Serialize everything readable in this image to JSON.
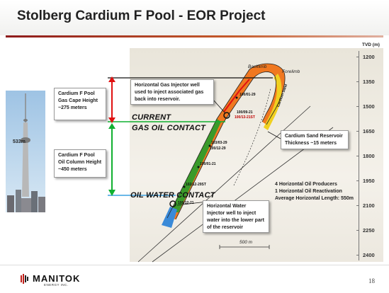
{
  "slide": {
    "title": "Stolberg Cardium F Pool - EOR Project",
    "page_number": "18"
  },
  "axis": {
    "label": "TVD (m)",
    "ticks": [
      "1200",
      "1350",
      "1500",
      "1650",
      "1800",
      "1950",
      "2100",
      "2250",
      "2400"
    ]
  },
  "tower": {
    "height_label": "533m"
  },
  "callouts": {
    "gas_cap": "Cardium F Pool Gas Cape Height ~275 meters",
    "oil_column": "Cardium F Pool Oil Column Height ~450 meters",
    "gas_injector": "Horizontal Gas Injector well used to inject associated gas back into reservoir.",
    "water_injector": "Horizontal Water Injector well to inject water into the lower part of the reservoir",
    "sand_reservoir": "Cardium Sand Reservoir Thickness ~15 meters"
  },
  "contacts": {
    "gas_oil": [
      "CURRENT",
      "GAS OIL CONTACT"
    ],
    "oil_water": "OIL WATER CONTACT"
  },
  "structure": {
    "backlimb": "Backlimb",
    "forelimb": "Forelimb",
    "sand_label": "Cardium Sand",
    "scale": "500 m"
  },
  "wells": [
    "100/01-29",
    "100/09-21",
    "100/13-21ST",
    "103/03-29",
    "100/12-29",
    "100/01-21",
    "102/12-29ST",
    "100/12-21"
  ],
  "info": [
    "4 Horizontal Oil Producers",
    "1 Horizontal Oil Reactivation",
    "Average Horizontal Length: 550m"
  ],
  "logo": {
    "name": "MANITOK",
    "sub": "ENERGY INC."
  },
  "colors": {
    "gas": "#f07820",
    "oil": "#3a9a2a",
    "water": "#3a8ad8",
    "red_line": "#e01010"
  }
}
